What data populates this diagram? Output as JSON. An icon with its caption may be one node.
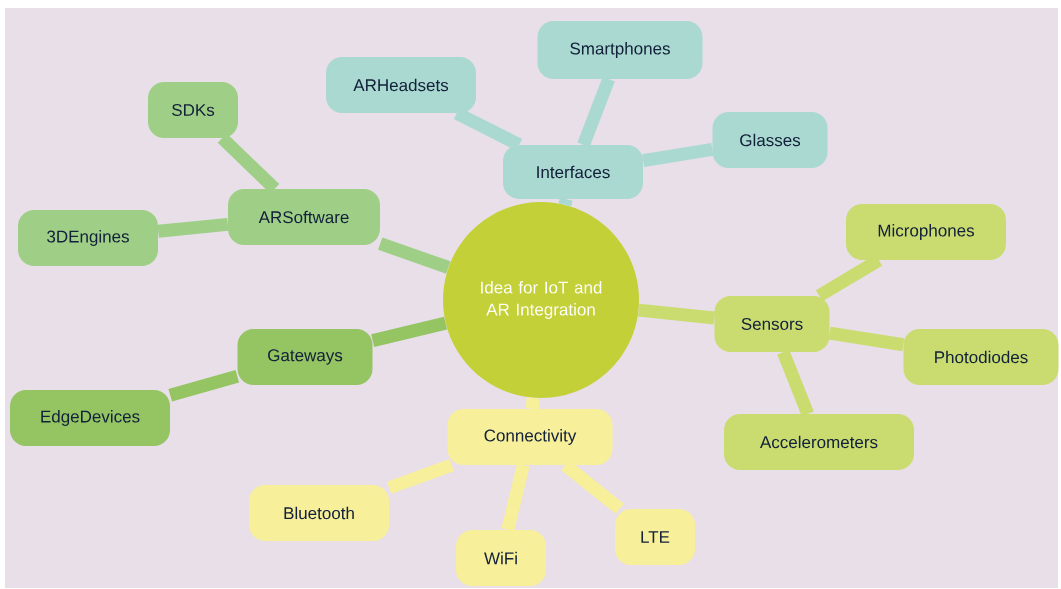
{
  "diagram": {
    "nodes": [
      {
        "text": [
          "Idea for IoT and AR Integration"
        ]
      },
      {
        "text": [
          "Interfaces"
        ]
      },
      {
        "text": [
          "ARHeadsets"
        ]
      },
      {
        "text": [
          "Smartphones"
        ]
      },
      {
        "text": [
          "Glasses"
        ]
      },
      {
        "text": [
          "ARSoftware"
        ]
      },
      {
        "text": [
          "SDKs"
        ]
      },
      {
        "text": [
          "3DEngines"
        ]
      },
      {
        "text": [
          "Sensors"
        ]
      },
      {
        "text": [
          "Microphones"
        ]
      },
      {
        "text": [
          "Photodiodes"
        ]
      },
      {
        "text": [
          "Accelerometers"
        ]
      },
      {
        "text": [
          "Gateways"
        ]
      },
      {
        "text": [
          "EdgeDevices"
        ]
      },
      {
        "text": [
          "Connectivity"
        ]
      },
      {
        "text": [
          "Bluetooth"
        ]
      },
      {
        "text": [
          "WiFi"
        ]
      },
      {
        "text": [
          "LTE"
        ]
      }
    ],
    "edges": [
      {
        "from": 0,
        "to": 1,
        "arrow": "none",
        "color": "#a9d9d0"
      },
      {
        "from": 1,
        "to": 2,
        "arrow": "none",
        "color": "#a9d9d0"
      },
      {
        "from": 1,
        "to": 3,
        "arrow": "none",
        "color": "#a9d9d0"
      },
      {
        "from": 1,
        "to": 4,
        "arrow": "none",
        "color": "#a9d9d0"
      },
      {
        "from": 0,
        "to": 5,
        "arrow": "none",
        "color": "#9fcf87"
      },
      {
        "from": 5,
        "to": 6,
        "arrow": "none",
        "color": "#9fcf87"
      },
      {
        "from": 5,
        "to": 7,
        "arrow": "none",
        "color": "#9fcf87"
      },
      {
        "from": 0,
        "to": 8,
        "arrow": "none",
        "color": "#cadc6f"
      },
      {
        "from": 8,
        "to": 9,
        "arrow": "none",
        "color": "#cadc6f"
      },
      {
        "from": 8,
        "to": 10,
        "arrow": "none",
        "color": "#cadc6f"
      },
      {
        "from": 8,
        "to": 11,
        "arrow": "none",
        "color": "#cadc6f"
      },
      {
        "from": 0,
        "to": 12,
        "arrow": "none",
        "color": "#95c462"
      },
      {
        "from": 12,
        "to": 13,
        "arrow": "none",
        "color": "#95c462"
      },
      {
        "from": 0,
        "to": 14,
        "arrow": "none",
        "color": "#f7ef99"
      },
      {
        "from": 14,
        "to": 15,
        "arrow": "none",
        "color": "#f7ef99"
      },
      {
        "from": 14,
        "to": 16,
        "arrow": "none",
        "color": "#f7ef99"
      },
      {
        "from": 14,
        "to": 17,
        "arrow": "none",
        "color": "#f7ef99"
      }
    ]
  }
}
